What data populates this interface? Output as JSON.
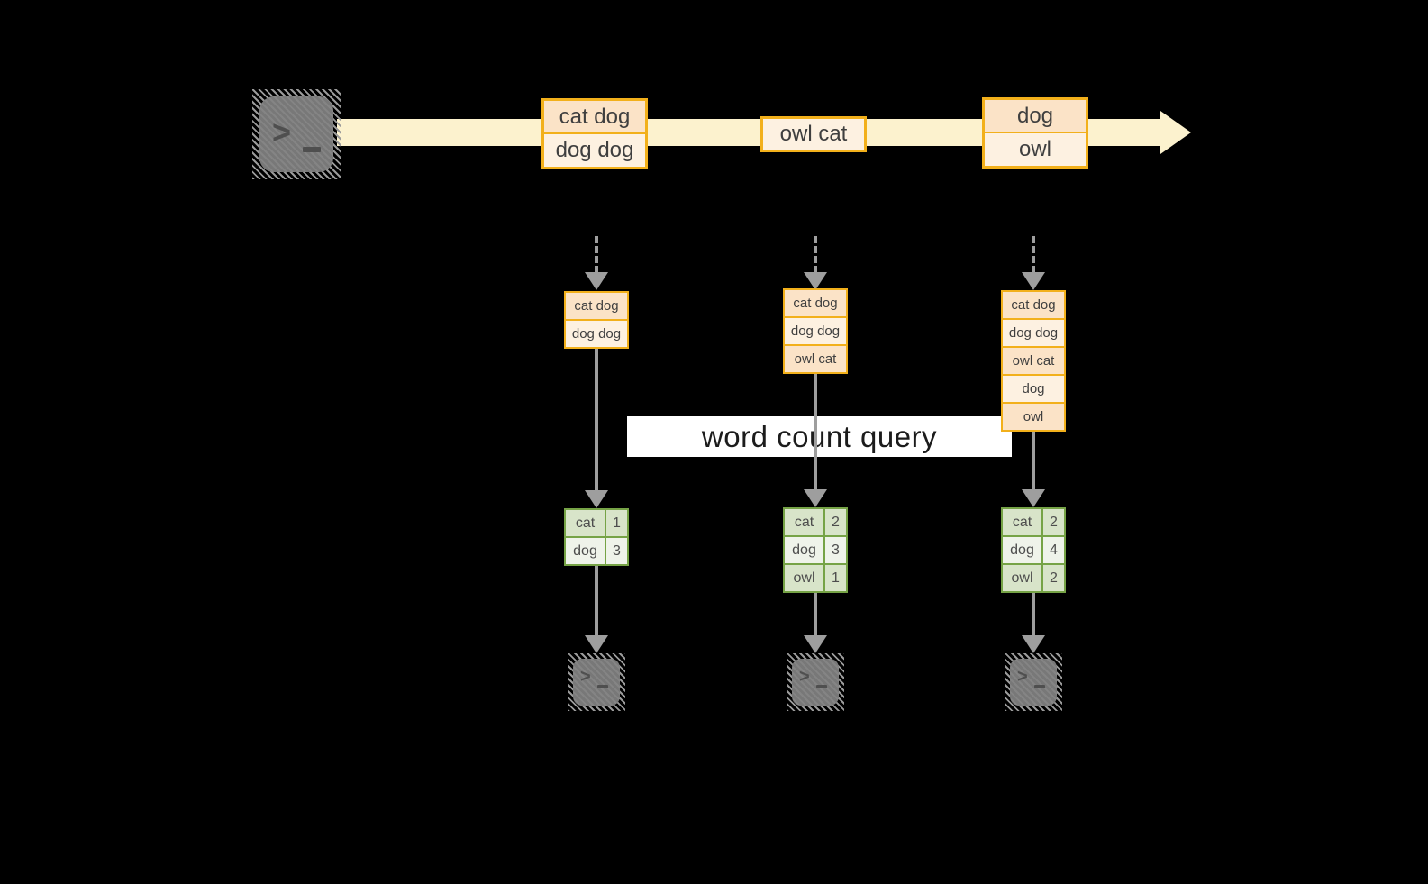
{
  "banner": {
    "label": "word count query"
  },
  "icons": {
    "prompt_char": ">"
  },
  "colors": {
    "background": "#000000",
    "stream_band": "#FCF2CE",
    "box_border": "#F2B01B",
    "cell_peach": "#FBE3C7",
    "cell_cream": "#FDF1E1",
    "table_border": "#76A346",
    "table_row_dark": "#D8E4C9",
    "table_row_light": "#EFF3EA",
    "arrow_gray": "#9E9E9E",
    "terminal_gray": "#7E7E7E",
    "banner_bg": "#FFFFFF"
  },
  "stream": {
    "boxes": [
      {
        "cells": [
          "cat dog",
          "dog dog"
        ]
      },
      {
        "cells": [
          "owl cat"
        ]
      },
      {
        "cells": [
          "dog",
          "owl"
        ]
      }
    ]
  },
  "columns": [
    {
      "batch": [
        "cat dog",
        "dog dog"
      ],
      "counts": [
        {
          "word": "cat",
          "count": "1"
        },
        {
          "word": "dog",
          "count": "3"
        }
      ]
    },
    {
      "batch": [
        "cat dog",
        "dog dog",
        "owl cat"
      ],
      "counts": [
        {
          "word": "cat",
          "count": "2"
        },
        {
          "word": "dog",
          "count": "3"
        },
        {
          "word": "owl",
          "count": "1"
        }
      ]
    },
    {
      "batch": [
        "cat dog",
        "dog dog",
        "owl cat",
        "dog",
        "owl"
      ],
      "counts": [
        {
          "word": "cat",
          "count": "2"
        },
        {
          "word": "dog",
          "count": "4"
        },
        {
          "word": "owl",
          "count": "2"
        }
      ]
    }
  ]
}
